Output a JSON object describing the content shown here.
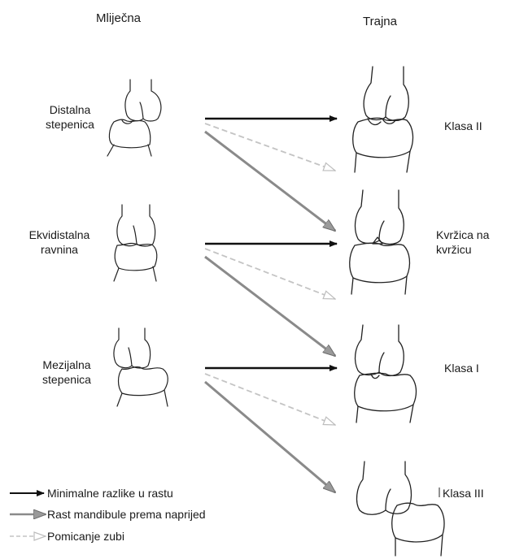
{
  "headers": {
    "primary": "Mliječna",
    "permanent": "Trajna"
  },
  "primary_labels": [
    {
      "line1": "Distalna",
      "line2": "stepenica"
    },
    {
      "line1": "Ekvidistalna",
      "line2": "ravnina"
    },
    {
      "line1": "Mezijalna",
      "line2": "stepenica"
    }
  ],
  "permanent_labels": [
    {
      "line1": "Klasa II",
      "line2": ""
    },
    {
      "line1": "Kvržica na",
      "line2": "kvržicu"
    },
    {
      "line1": "Klasa I",
      "line2": ""
    },
    {
      "line1": "Klasa III",
      "line2": ""
    }
  ],
  "legend": [
    {
      "label": "Minimalne razlike u rastu",
      "style": "solid-black"
    },
    {
      "label": "Rast mandibule prema naprijed",
      "style": "solid-gray"
    },
    {
      "label": "Pomicanje zubi",
      "style": "dashed-light"
    }
  ],
  "colors": {
    "black_arrow": "#111111",
    "gray_arrow": "#8a8a8a",
    "light_arrow": "#c4c4c4",
    "outline": "#222222"
  }
}
